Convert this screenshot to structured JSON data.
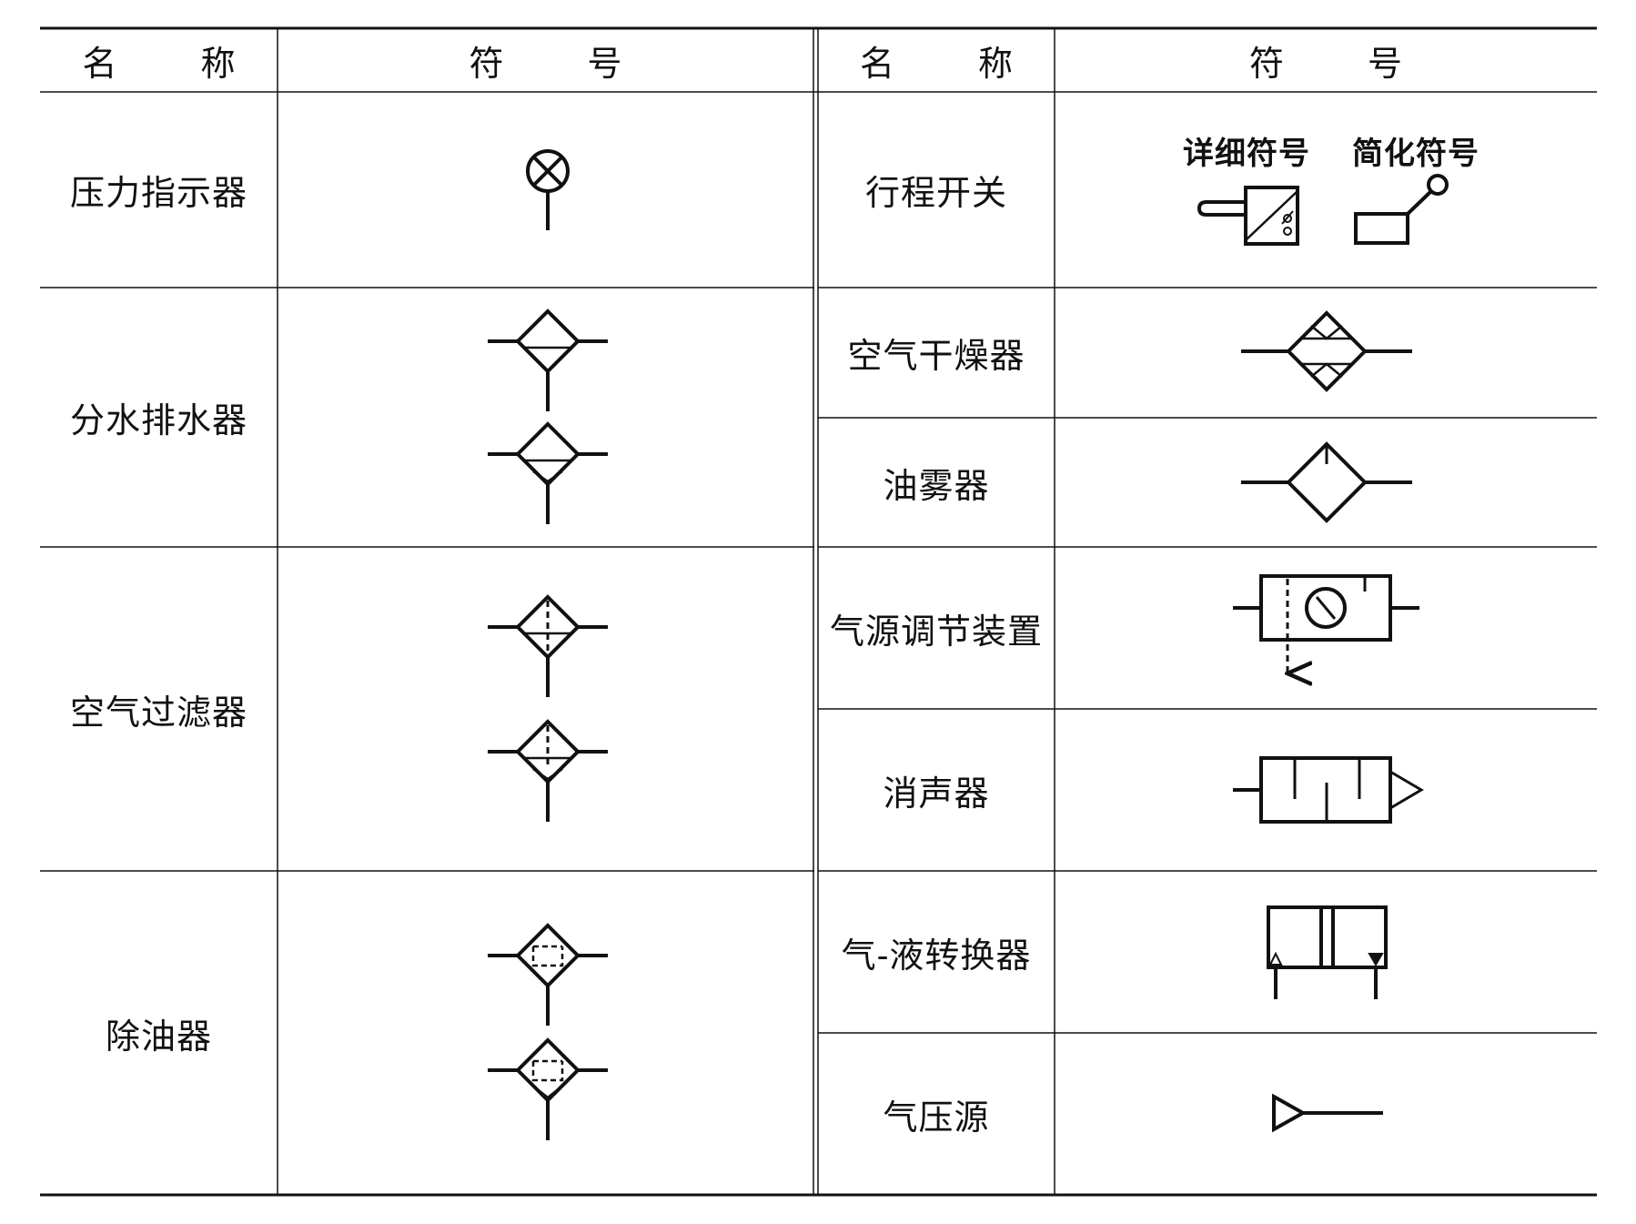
{
  "table": {
    "header": {
      "left_name": [
        "名",
        "称"
      ],
      "left_symbol": [
        "符",
        "号"
      ],
      "right_name": [
        "名",
        "称"
      ],
      "right_symbol": [
        "符",
        "号"
      ]
    },
    "left_rows": [
      {
        "name": "压力指示器",
        "icon": "pressure-indicator-symbol"
      },
      {
        "name": "分水排水器",
        "icon": "water-separator-symbols"
      },
      {
        "name": "空气过滤器",
        "icon": "air-filter-symbols"
      },
      {
        "name": "除油器",
        "icon": "oil-remover-symbols"
      }
    ],
    "right_rows": [
      {
        "name": "行程开关",
        "icon": "travel-switch-symbols",
        "sub_labels": {
          "detailed": "详细符号",
          "simplified": "简化符号"
        }
      },
      {
        "name": "空气干燥器",
        "icon": "air-dryer-symbol"
      },
      {
        "name": "油雾器",
        "icon": "oil-mist-lubricator-symbol"
      },
      {
        "name": "气源调节装置",
        "icon": "air-source-conditioning-unit-symbol"
      },
      {
        "name": "消声器",
        "icon": "silencer-symbol"
      },
      {
        "name": "气-液转换器",
        "icon": "gas-liquid-converter-symbol"
      },
      {
        "name": "气压源",
        "icon": "pneumatic-source-symbol"
      }
    ]
  }
}
